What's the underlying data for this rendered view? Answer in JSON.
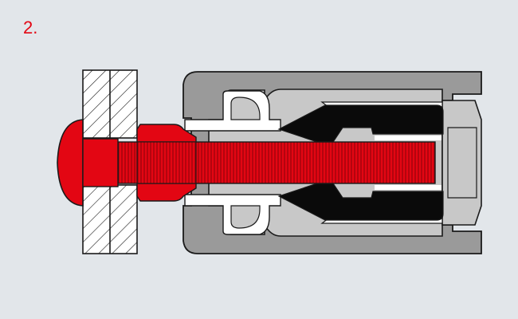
{
  "step": {
    "label": "2."
  },
  "colors": {
    "background": "#e2e6ea",
    "rivet_red": "#e30613",
    "tool_gray_dark": "#9a9a9a",
    "tool_gray_light": "#c8c8c8",
    "jaw_black": "#0a0a0a",
    "plate_white": "#ffffff",
    "outline": "#1a1a1a"
  },
  "parts": [
    "workpiece-plates",
    "rivet-head",
    "rivet-sleeve",
    "threaded-mandrel",
    "tool-housing",
    "tool-nosepiece",
    "clamping-jaws",
    "jaw-pusher"
  ]
}
